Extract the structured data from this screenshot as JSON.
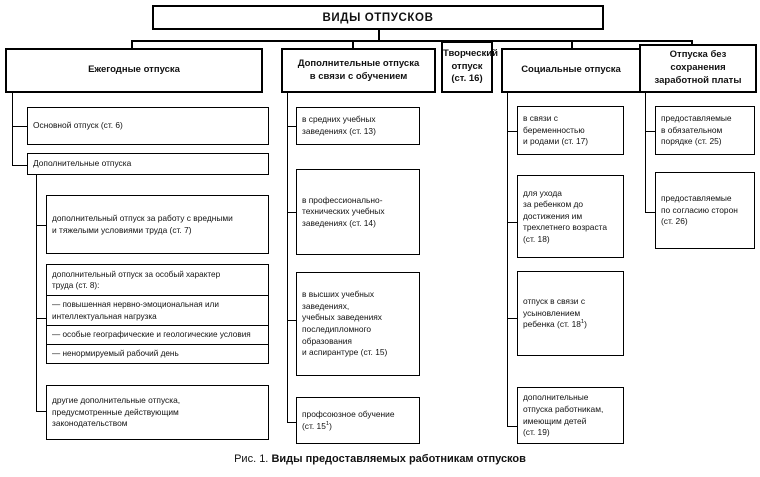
{
  "figure": {
    "caption_prefix": "Рис. 1.",
    "caption_title": "Виды предоставляемых работникам отпусков"
  },
  "root": {
    "label": "ВИДЫ ОТПУСКОВ"
  },
  "columns": [
    {
      "id": "annual",
      "label": "Ежегодные отпуска",
      "children": [
        {
          "id": "basic",
          "label": "Основной отпуск (ст. 6)"
        },
        {
          "id": "additional",
          "label": "Дополнительные отпуска",
          "children": [
            {
              "id": "harmful",
              "label": "дополнительный отпуск за работу с вредными\nи тяжелыми условиями труда (ст. 7)"
            },
            {
              "id": "special-character",
              "label": "дополнительный отпуск за особый характер\nтруда (ст. 8):",
              "items": [
                "— повышенная нервно-эмоциональная или\nинтеллектуальная нагрузка",
                "— особые географические и геологические условия",
                "— ненормируемый рабочий день"
              ]
            },
            {
              "id": "other-additional",
              "label": "другие дополнительные отпуска,\nпредусмотренные действующим\nзаконодательством"
            }
          ]
        }
      ]
    },
    {
      "id": "education",
      "label": "Дополнительные отпуска\nв связи с обучением",
      "children": [
        {
          "id": "secondary",
          "label": "в средних учебных\nзаведениях (ст. 13)"
        },
        {
          "id": "vocational",
          "label": "в профессионально-\nтехнических учебных\nзаведениях (ст. 14)"
        },
        {
          "id": "higher",
          "label": "в высших учебных\nзаведениях,\nучебных заведениях\nпоследипломного\nобразования\nи аспирантуре (ст. 15)"
        },
        {
          "id": "union",
          "label_html": "профсоюзное обучение\n(ст. 15<sup>1</sup>)"
        }
      ]
    },
    {
      "id": "creative",
      "label": "Творческий\nотпуск\n(ст. 16)",
      "children": []
    },
    {
      "id": "social",
      "label": "Социальные отпуска",
      "children": [
        {
          "id": "maternity",
          "label": "в связи с\nбеременностью\nи родами (ст. 17)"
        },
        {
          "id": "childcare",
          "label": "для ухода\nза ребенком до\nдостижения им\nтрехлетнего возраста\n(ст. 18)"
        },
        {
          "id": "adoption",
          "label_html": "отпуск в связи с\nусыновлением\nребенка (ст. 18<sup>1</sup>)"
        },
        {
          "id": "with-children",
          "label": "дополнительные\nотпуска работникам,\nимеющим детей\n(ст. 19)"
        }
      ]
    },
    {
      "id": "unpaid",
      "label": "Отпуска без сохранения\nзаработной платы",
      "children": [
        {
          "id": "mandatory",
          "label": "предоставляемые\nв обязательном\nпорядке (ст. 25)"
        },
        {
          "id": "by-agreement",
          "label": "предоставляемые\nпо согласию сторон\n(ст. 26)"
        }
      ]
    }
  ],
  "colors": {
    "line": "#000000",
    "background": "#ffffff",
    "text": "#111111"
  }
}
